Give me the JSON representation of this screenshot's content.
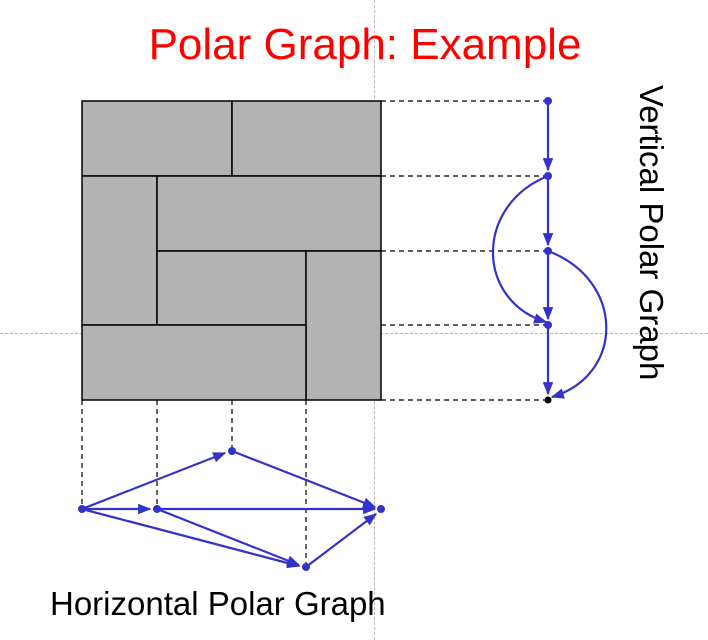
{
  "title": "Polar Graph: Example",
  "horizontal_label": "Horizontal Polar Graph",
  "vertical_label": "Vertical Polar Graph",
  "colors": {
    "title": "#ff0000",
    "block_fill": "#b3b3b3",
    "outline": "#000000",
    "graph_edge": "#3333cc",
    "guide": "#b8b8b8"
  }
}
